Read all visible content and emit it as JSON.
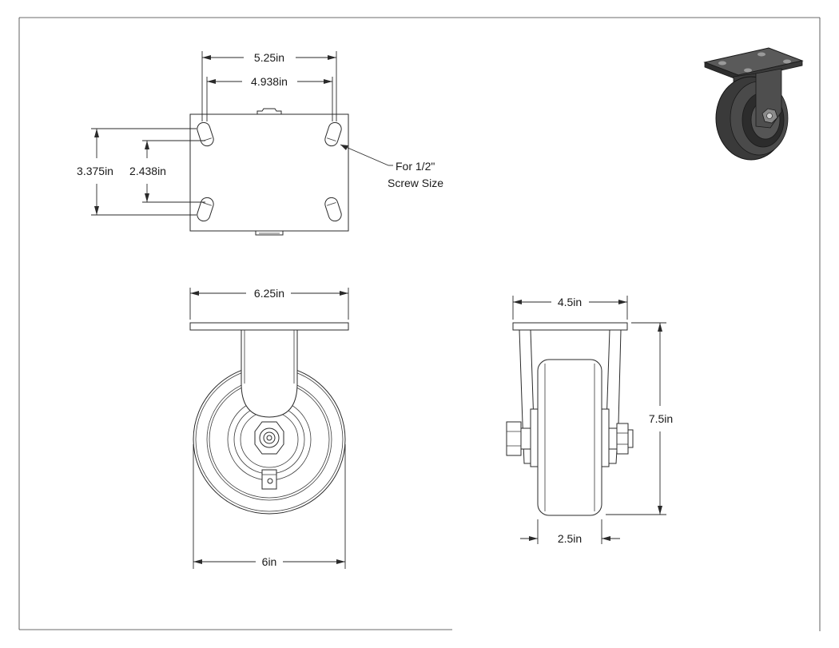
{
  "dimensions": {
    "top_outer_width": "5.25in",
    "top_inner_width": "4.938in",
    "top_outer_height": "3.375in",
    "top_inner_height": "2.438in",
    "front_plate_width": "6.25in",
    "front_wheel_diameter": "6in",
    "side_plate_width": "4.5in",
    "side_height": "7.5in",
    "side_wheel_width": "2.5in"
  },
  "notes": {
    "screw_line1": "For 1/2\"",
    "screw_line2": "Screw Size"
  }
}
